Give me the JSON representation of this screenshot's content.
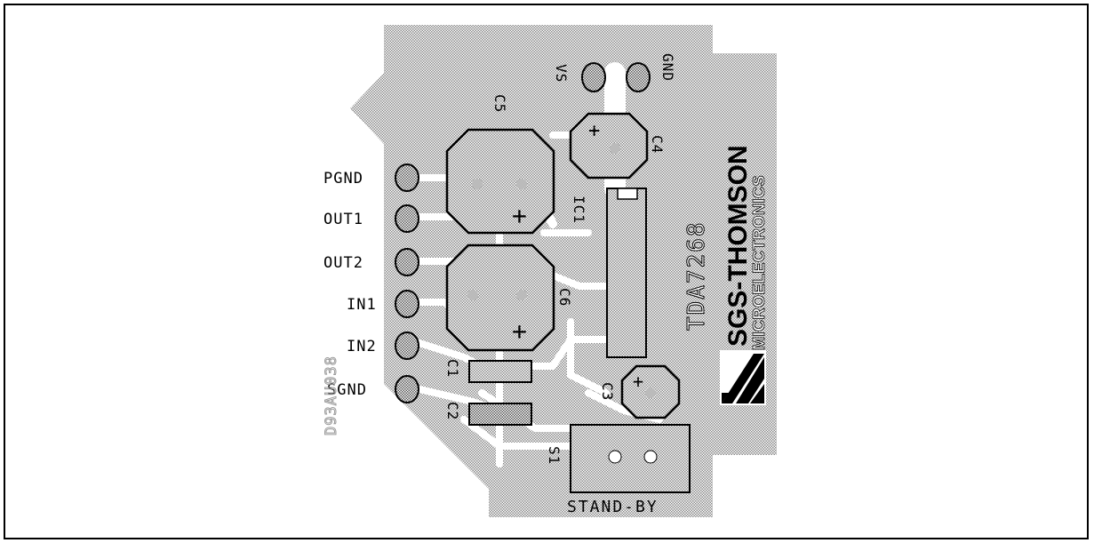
{
  "board": {
    "pins_left": [
      {
        "label": "PGND"
      },
      {
        "label": "OUT1"
      },
      {
        "label": "OUT2"
      },
      {
        "label": "IN1"
      },
      {
        "label": "IN2"
      },
      {
        "label": "SGND"
      }
    ],
    "pins_top": [
      {
        "label": "VS"
      },
      {
        "label": "GND"
      }
    ],
    "components": {
      "c5": "C5",
      "c6": "C6",
      "c4": "C4",
      "c3": "C3",
      "c1": "C1",
      "c2": "C2",
      "ic1": "IC1",
      "s1": "S1"
    },
    "standby_label": "STAND-BY",
    "ghost_code": "D93AU038",
    "chip_name": "TDA7268",
    "brand_name": "SGS-THOMSON",
    "brand_sub": "MICROELECTRONICS",
    "plus_sign": "+"
  }
}
